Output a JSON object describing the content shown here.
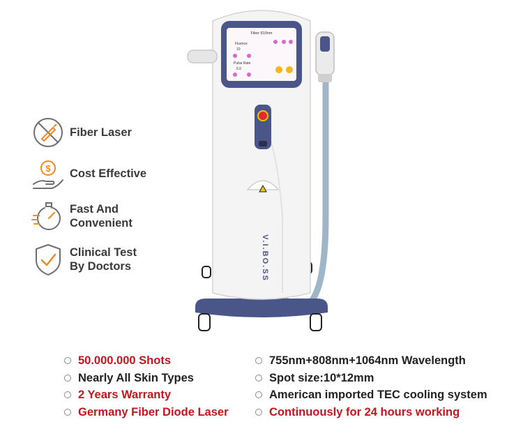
{
  "colors": {
    "accent_red": "#c4161c",
    "icon_orange": "#f08a24",
    "icon_gray": "#6f6f6f",
    "text_dark": "#222222",
    "text_gray": "#3a3a3a",
    "machine_navy": "#4b5688",
    "hose_blue": "#9fb6c8"
  },
  "features": [
    {
      "icon": "fiber-laser-icon",
      "label": "Fiber Laser"
    },
    {
      "icon": "cost-effective-icon",
      "label": "Cost Effective"
    },
    {
      "icon": "stopwatch-icon",
      "label_line1": "Fast And",
      "label_line2": "Convenient"
    },
    {
      "icon": "shield-check-icon",
      "label_line1": "Clinical Test",
      "label_line2": "By Doctors"
    }
  ],
  "machine": {
    "screen_title": "Fiber 810nm",
    "screen_param1_label": "Fluence",
    "screen_param1_value": "10",
    "screen_param2_label": "Pulse Rate",
    "screen_param2_value": "5.0",
    "body_brand": "V.I.BO.SS"
  },
  "specs_left": [
    {
      "text": "50.000.000 Shots",
      "color": "red"
    },
    {
      "text": "Nearly All Skin Types",
      "color": "dark"
    },
    {
      "text": "2 Years Warranty",
      "color": "red"
    },
    {
      "text": "Germany Fiber Diode Laser",
      "color": "red"
    }
  ],
  "specs_right": [
    {
      "text": "755nm+808nm+1064nm Wavelength",
      "color": "dark"
    },
    {
      "text": "Spot size:10*12mm",
      "color": "dark"
    },
    {
      "text": "American imported TEC cooling system",
      "color": "dark"
    },
    {
      "text": "Continuously for 24 hours working",
      "color": "red"
    }
  ]
}
